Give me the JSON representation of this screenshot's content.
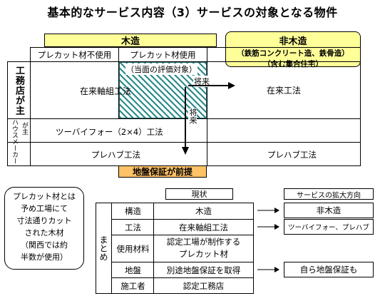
{
  "title": "基本的なサービス内容（3）サービスの対象となる物件",
  "headers": {
    "wood": "木造",
    "nonwood": "非木造",
    "nonwood_sub1": "（鉄筋コンクリート造、鉄骨造）",
    "nonwood_sub2": "（含む集合住宅）",
    "no_precut": "プレカット材不使用",
    "precut": "プレカット材使用"
  },
  "rows": {
    "koumuten": "工務店が主",
    "housemaker_a": "ハウスメーカー",
    "housemaker_b": "が主"
  },
  "cells": {
    "current_target": "（当面の評価対象）",
    "zairai_jiku": "在来軸組工法",
    "shourai": "将来",
    "zairai_nonwood": "在来工法",
    "two_by_four": "ツーバイフォー（2×4）工法",
    "prefab_wood": "プレハブ工法",
    "prefab_nonwood": "プレハブ工法",
    "jiban_premise": "地盤保証が前提"
  },
  "note": {
    "lines": [
      "プレカット材とは",
      "予め工場にて",
      "寸法通りカット",
      "された木材",
      "（関西では約",
      "半数が使用）"
    ]
  },
  "summary": {
    "label": "まとめ",
    "current_header": "現状",
    "future_header": "サービスの拡大方向",
    "rows": [
      {
        "cat": "構造",
        "current": "木造",
        "future": "非木造"
      },
      {
        "cat": "工法",
        "current": "在来軸組工法",
        "future": "ツーバイフォー、プレハブ"
      },
      {
        "cat": "使用材料",
        "current_line1": "認定工場が制作する",
        "current_line2": "プレカット材"
      },
      {
        "cat": "地盤",
        "current": "別途地盤保証を取得",
        "future": "自ら地盤保証も"
      },
      {
        "cat": "施工者",
        "current": "認定工務店"
      }
    ]
  }
}
